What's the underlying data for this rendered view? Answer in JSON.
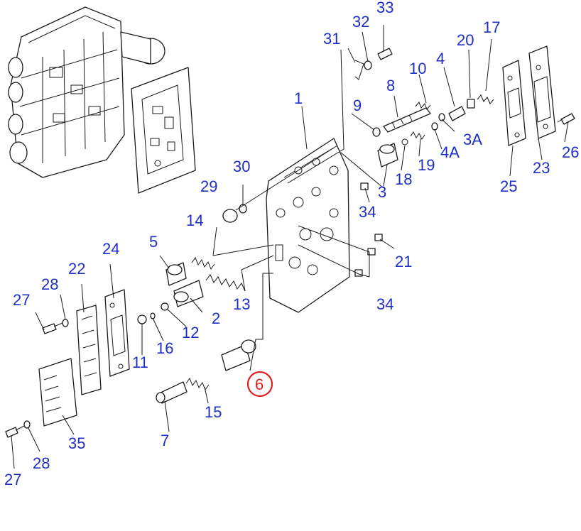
{
  "colors": {
    "label": "#1f2fc6",
    "highlight": "#e02020",
    "line": "#1a1a1a",
    "background": "#ffffff"
  },
  "highlighted_part": "6",
  "callouts": [
    {
      "id": "c1",
      "text": "1"
    },
    {
      "id": "c2",
      "text": "2"
    },
    {
      "id": "c3",
      "text": "3"
    },
    {
      "id": "c3A",
      "text": "3A"
    },
    {
      "id": "c4",
      "text": "4"
    },
    {
      "id": "c4A",
      "text": "4A"
    },
    {
      "id": "c5",
      "text": "5"
    },
    {
      "id": "c6",
      "text": "6"
    },
    {
      "id": "c7",
      "text": "7"
    },
    {
      "id": "c8",
      "text": "8"
    },
    {
      "id": "c9",
      "text": "9"
    },
    {
      "id": "c10",
      "text": "10"
    },
    {
      "id": "c11",
      "text": "11"
    },
    {
      "id": "c12",
      "text": "12"
    },
    {
      "id": "c13",
      "text": "13"
    },
    {
      "id": "c14",
      "text": "14"
    },
    {
      "id": "c15",
      "text": "15"
    },
    {
      "id": "c16",
      "text": "16"
    },
    {
      "id": "c17",
      "text": "17"
    },
    {
      "id": "c18",
      "text": "18"
    },
    {
      "id": "c19",
      "text": "19"
    },
    {
      "id": "c20",
      "text": "20"
    },
    {
      "id": "c21",
      "text": "21"
    },
    {
      "id": "c22",
      "text": "22"
    },
    {
      "id": "c23",
      "text": "23"
    },
    {
      "id": "c24",
      "text": "24"
    },
    {
      "id": "c25",
      "text": "25"
    },
    {
      "id": "c26",
      "text": "26"
    },
    {
      "id": "c27a",
      "text": "27"
    },
    {
      "id": "c27b",
      "text": "27"
    },
    {
      "id": "c28a",
      "text": "28"
    },
    {
      "id": "c28b",
      "text": "28"
    },
    {
      "id": "c29",
      "text": "29"
    },
    {
      "id": "c30",
      "text": "30"
    },
    {
      "id": "c31",
      "text": "31"
    },
    {
      "id": "c32",
      "text": "32"
    },
    {
      "id": "c33",
      "text": "33"
    },
    {
      "id": "c34a",
      "text": "34"
    },
    {
      "id": "c34b",
      "text": "34"
    },
    {
      "id": "c35",
      "text": "35"
    }
  ]
}
